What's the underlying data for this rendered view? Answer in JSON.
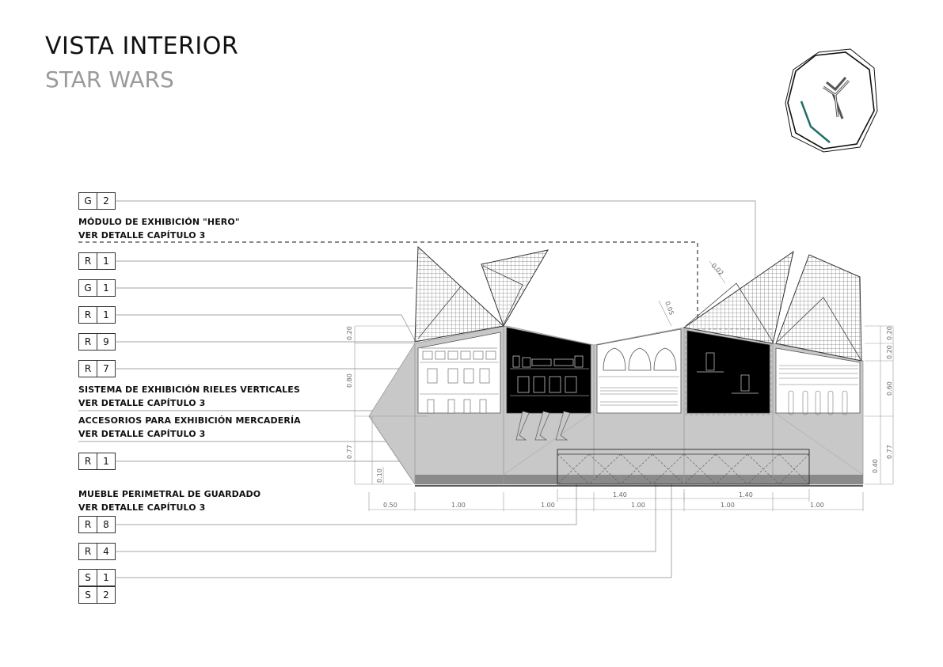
{
  "header": {
    "title": "VISTA INTERIOR",
    "subtitle": "STAR WARS"
  },
  "tags": [
    {
      "letter": "G",
      "num": "2"
    },
    {
      "letter": "R",
      "num": "1"
    },
    {
      "letter": "G",
      "num": "1"
    },
    {
      "letter": "R",
      "num": "1"
    },
    {
      "letter": "R",
      "num": "9"
    },
    {
      "letter": "R",
      "num": "7"
    },
    {
      "letter": "R",
      "num": "1"
    },
    {
      "letter": "R",
      "num": "8"
    },
    {
      "letter": "R",
      "num": "4"
    },
    {
      "letter": "S",
      "num": "1"
    },
    {
      "letter": "S",
      "num": "2"
    }
  ],
  "notes": {
    "hero_line1": "MÓDULO DE EXHIBICIÓN \"HERO\"",
    "hero_line2": "VER DETALLE CAPÍTULO 3",
    "rails_line1": "SISTEMA DE EXHIBICIÓN RIELES VERTICALES",
    "rails_line2": "VER DETALLE CAPÍTULO 3",
    "acc_line1": "ACCESORIOS PARA EXHIBICIÓN MERCADERÍA",
    "acc_line2": "VER DETALLE CAPÍTULO 3",
    "storage_line1": "MUEBLE PERIMETRAL DE GUARDADO",
    "storage_line2": "VER DETALLE CAPÍTULO 3"
  },
  "dimensions": {
    "bottom": [
      "0.50",
      "1.00",
      "1.00",
      "1.00",
      "1.00",
      "1.00"
    ],
    "bottom_upper": [
      "1.40",
      "1.40"
    ],
    "left": [
      "0.20",
      "0.80",
      "0.77",
      "0.10"
    ],
    "right": [
      "0.20",
      "0.20",
      "0.60",
      "0.77",
      "0.40"
    ],
    "roof": [
      "0.05",
      "0.02"
    ]
  }
}
